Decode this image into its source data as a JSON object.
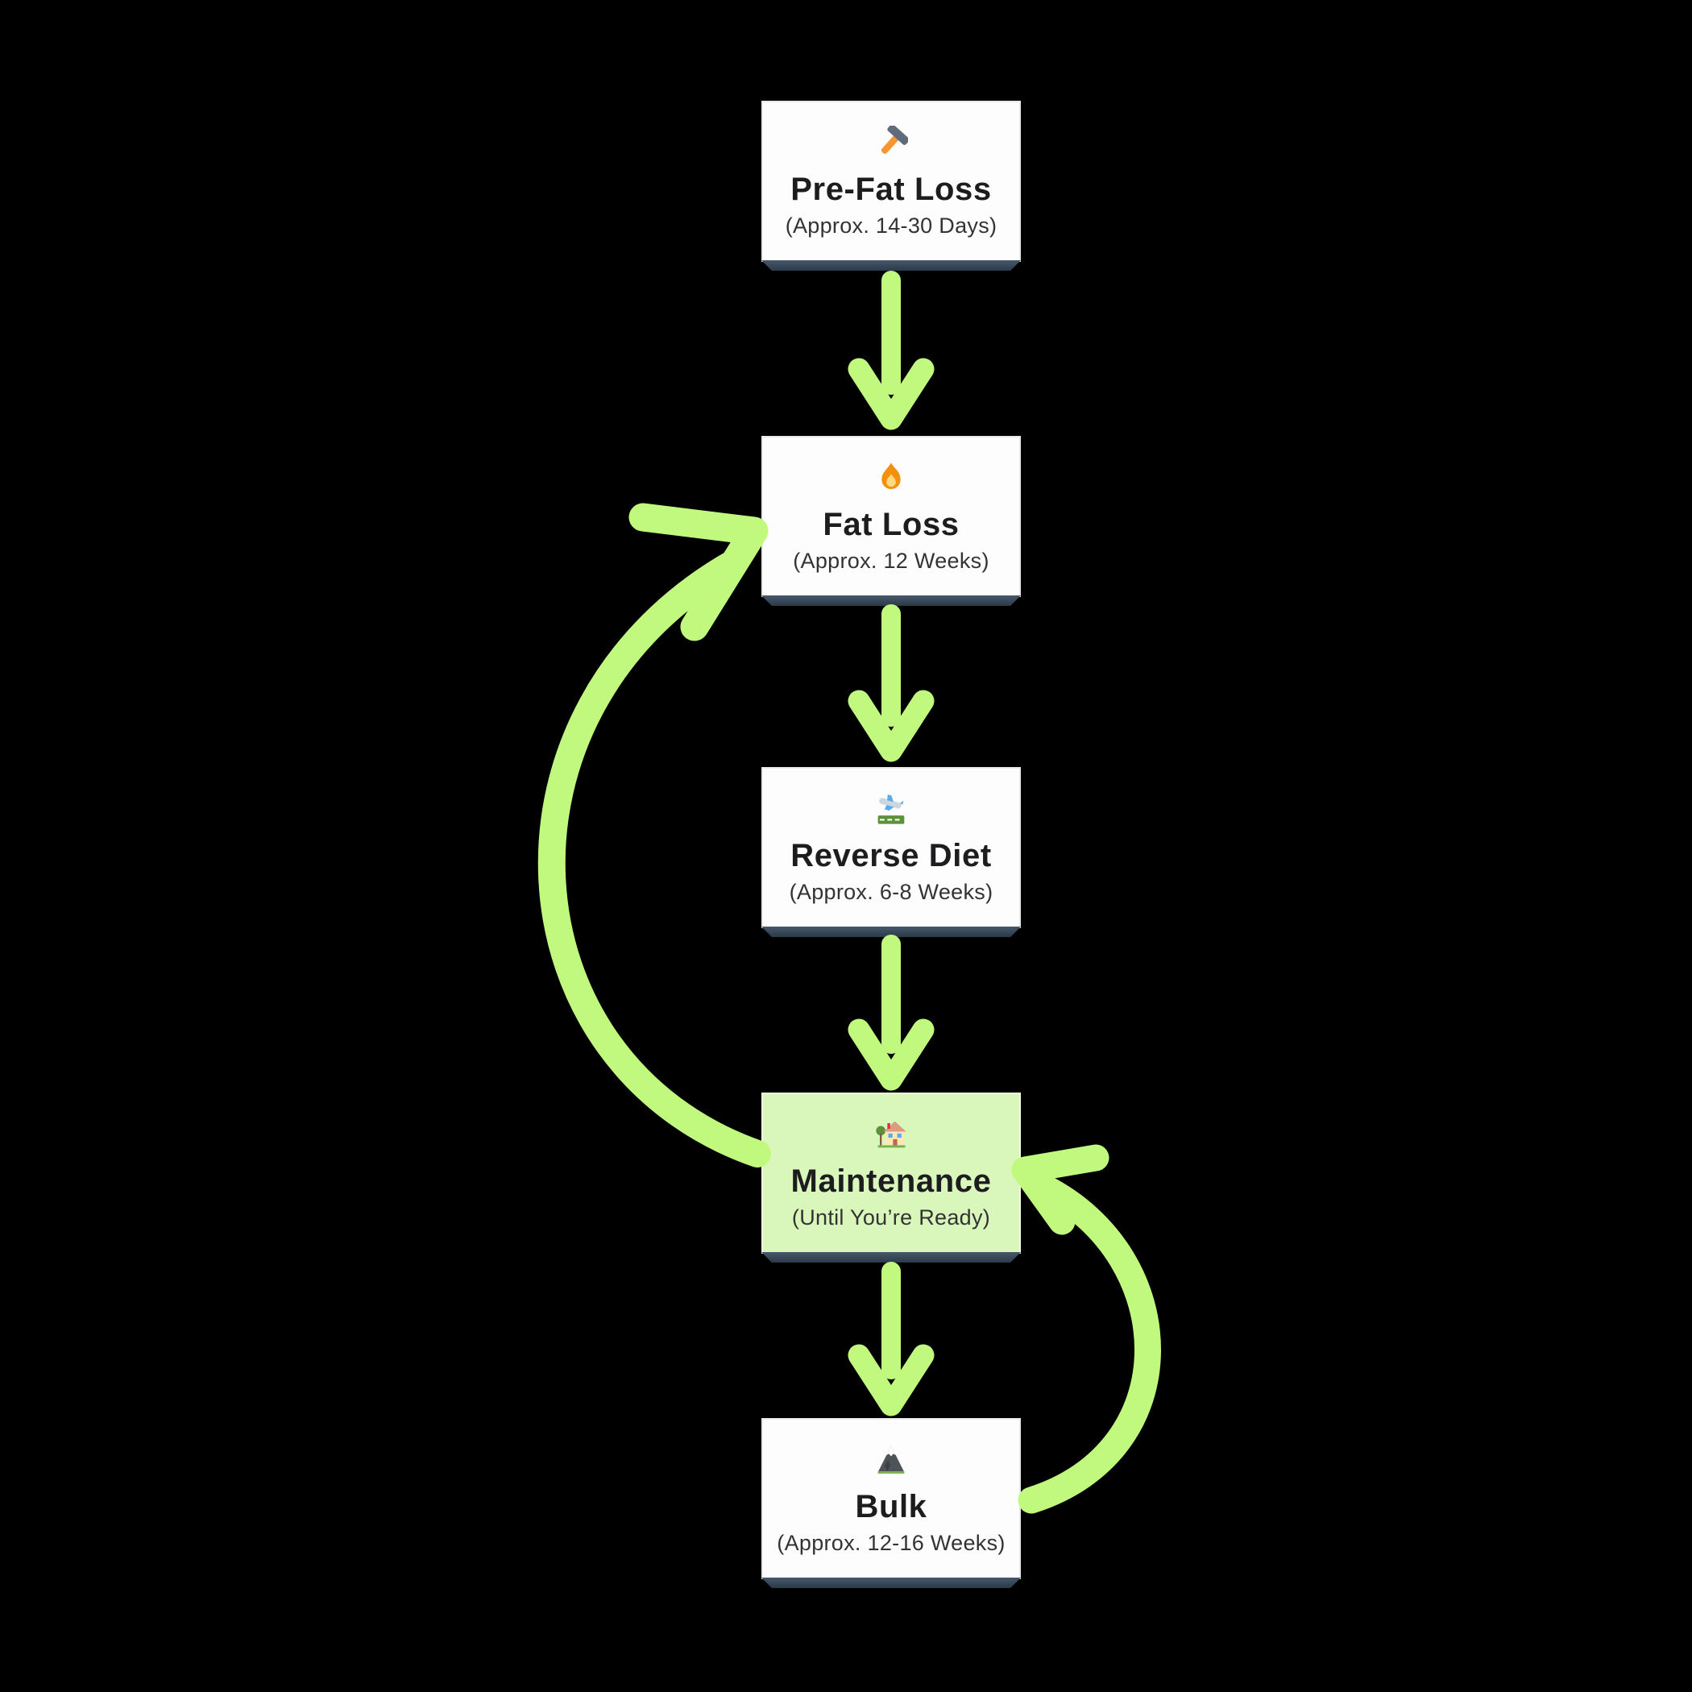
{
  "colors": {
    "background": "#000000",
    "arrow_green": "#c1f97f",
    "box_white": "#fdfdfd",
    "box_border": "#e9e9ec",
    "maintenance_fill": "#d9f6bb",
    "maintenance_border": "#f0fadf",
    "shadow_navy": "#2c3a48",
    "title_text": "#1d1d1f",
    "subtitle_text": "#333333"
  },
  "flow": {
    "nodes": [
      {
        "id": "pre-fat-loss",
        "icon_char": "🔨",
        "icon_name": "hammer-icon",
        "title": "Pre-Fat Loss",
        "subtitle": "(Approx. 14-30 Days)",
        "highlighted": false
      },
      {
        "id": "fat-loss",
        "icon_char": "🔥",
        "icon_name": "fire-icon",
        "title": "Fat Loss",
        "subtitle": "(Approx. 12 Weeks)",
        "highlighted": false
      },
      {
        "id": "reverse-diet",
        "icon_char": "🛬",
        "icon_name": "airplane-arrival-icon",
        "title": "Reverse Diet",
        "subtitle": "(Approx. 6-8 Weeks)",
        "highlighted": false
      },
      {
        "id": "maintenance",
        "icon_char": "🏡",
        "icon_name": "house-with-garden-icon",
        "title": "Maintenance",
        "subtitle": "(Until You’re Ready)",
        "highlighted": true
      },
      {
        "id": "bulk",
        "icon_char": "🏔️",
        "icon_name": "snow-capped-mountain-icon",
        "title": "Bulk",
        "subtitle": "(Approx. 12-16 Weeks)",
        "highlighted": false
      }
    ],
    "edges": [
      {
        "from": "pre-fat-loss",
        "to": "fat-loss",
        "style": "straight-down"
      },
      {
        "from": "fat-loss",
        "to": "reverse-diet",
        "style": "straight-down"
      },
      {
        "from": "reverse-diet",
        "to": "maintenance",
        "style": "straight-down"
      },
      {
        "from": "maintenance",
        "to": "bulk",
        "style": "straight-down"
      },
      {
        "from": "maintenance",
        "to": "fat-loss",
        "style": "curved-left-loop"
      },
      {
        "from": "bulk",
        "to": "maintenance",
        "style": "curved-right-loop"
      }
    ]
  }
}
